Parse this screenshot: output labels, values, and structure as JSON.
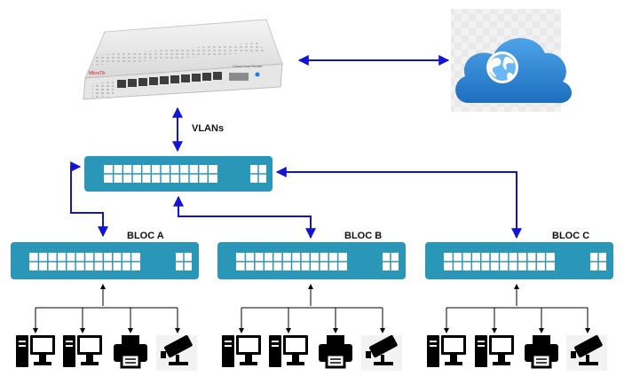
{
  "diagram": {
    "router": {
      "brand": "MikroTik",
      "model": "Cloud Core Router"
    },
    "uplink_label": "VLANs",
    "blocs": [
      {
        "label": "BLOC A",
        "devices": [
          "computer-icon",
          "computer-icon",
          "printer-icon",
          "camera-icon"
        ]
      },
      {
        "label": "BLOC B",
        "devices": [
          "computer-icon",
          "computer-icon",
          "printer-icon",
          "camera-icon"
        ]
      },
      {
        "label": "BLOC C",
        "devices": [
          "computer-icon",
          "computer-icon",
          "printer-icon",
          "camera-icon"
        ]
      }
    ],
    "colors": {
      "switch_body": "#2a97b8",
      "switch_port": "#ffffff",
      "link": "#1212d8",
      "cloud_outer": "#2f86d6",
      "cloud_inner": "#6bb7f4",
      "device": "#000000"
    }
  }
}
